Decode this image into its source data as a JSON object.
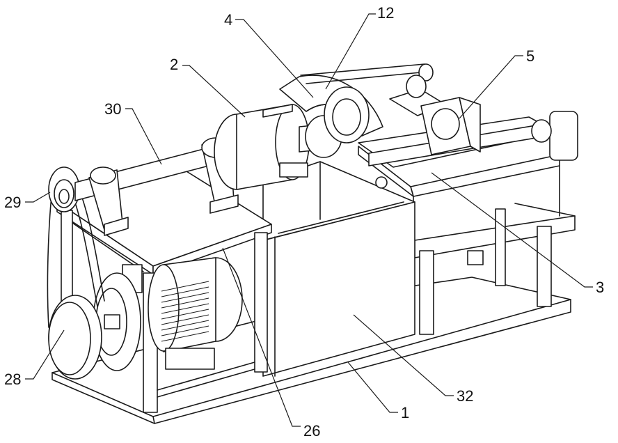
{
  "labels": [
    {
      "id": "label-4",
      "text": "4"
    },
    {
      "id": "label-12",
      "text": "12"
    },
    {
      "id": "label-5",
      "text": "5"
    },
    {
      "id": "label-2",
      "text": "2"
    },
    {
      "id": "label-30",
      "text": "30"
    },
    {
      "id": "label-29",
      "text": "29"
    },
    {
      "id": "label-3",
      "text": "3"
    },
    {
      "id": "label-28",
      "text": "28"
    },
    {
      "id": "label-32",
      "text": "32"
    },
    {
      "id": "label-1",
      "text": "1"
    },
    {
      "id": "label-26",
      "text": "26"
    }
  ]
}
